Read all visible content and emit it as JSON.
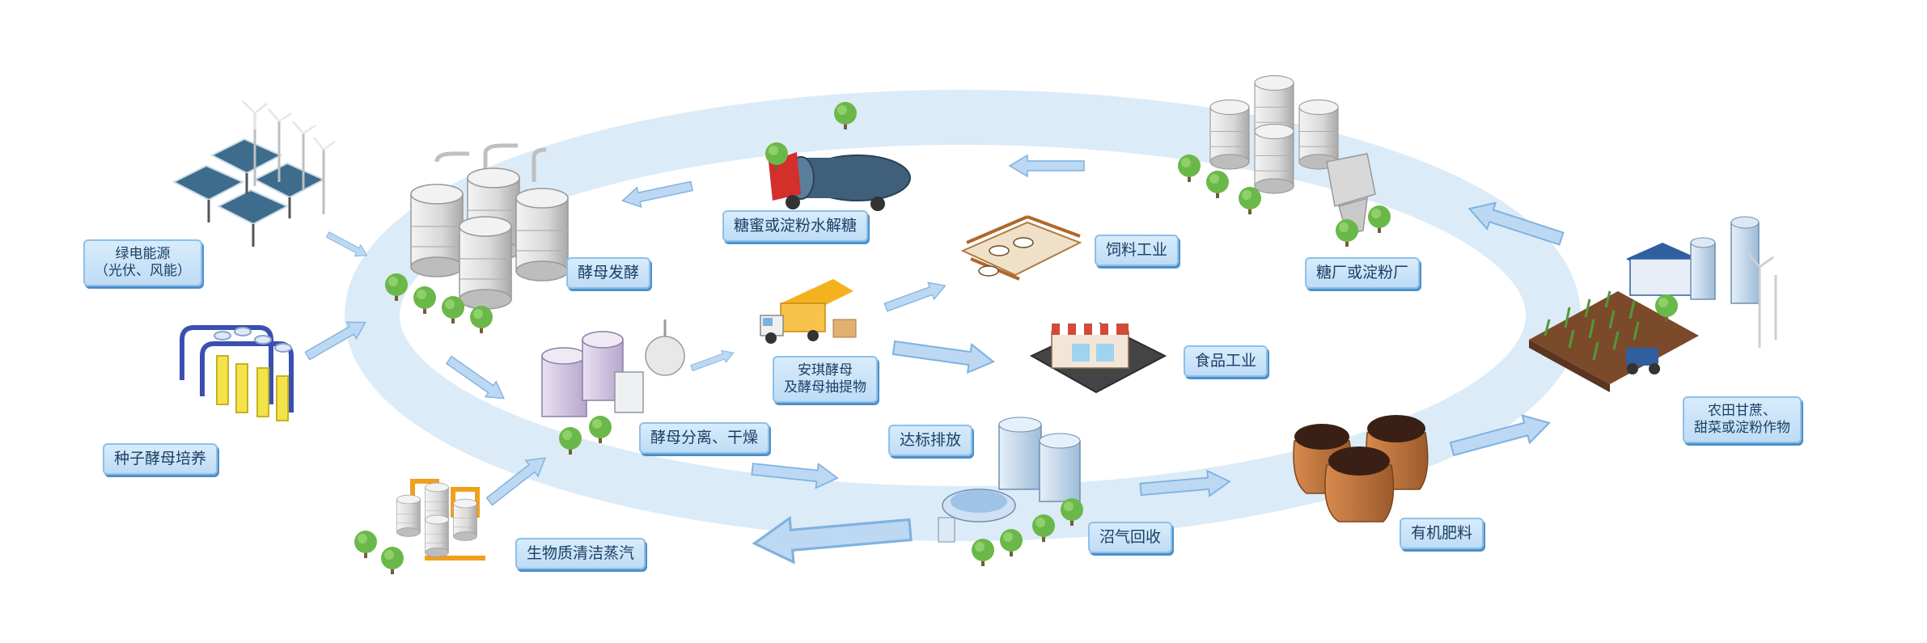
{
  "nodes": {
    "green_power": {
      "line1": "绿电能源",
      "line2": "（光伏、风能）"
    },
    "seed_yeast": {
      "text": "种子酵母培养"
    },
    "fermentation": {
      "text": "酵母发酵"
    },
    "hydrolysis": {
      "text": "糖蜜或淀粉水解糖"
    },
    "sugar_mill": {
      "text": "糖厂或淀粉厂"
    },
    "crops": {
      "line1": "农田甘蔗、",
      "line2": "甜菜或淀粉作物"
    },
    "feed": {
      "text": "饲料工业"
    },
    "food": {
      "text": "食品工业"
    },
    "angel_yeast": {
      "line1": "安琪酵母",
      "line2": "及酵母抽提物"
    },
    "separation": {
      "text": "酵母分离、干燥"
    },
    "discharge": {
      "text": "达标排放"
    },
    "biogas": {
      "text": "沼气回收"
    },
    "fertilizer": {
      "text": "有机肥料"
    },
    "steam": {
      "text": "生物质清洁蒸汽"
    }
  },
  "colors": {
    "ring": "#dcebf8",
    "arrow": "#bcd8f3",
    "arrow_edge": "#7fb2e0",
    "label_bg": "#cfe6f9",
    "label_text": "#1b3f66",
    "label_shadow": "#4d8fc9",
    "tree": "#6bb84a",
    "tank": "#e2e2e2",
    "soil": "#6b3b22"
  }
}
